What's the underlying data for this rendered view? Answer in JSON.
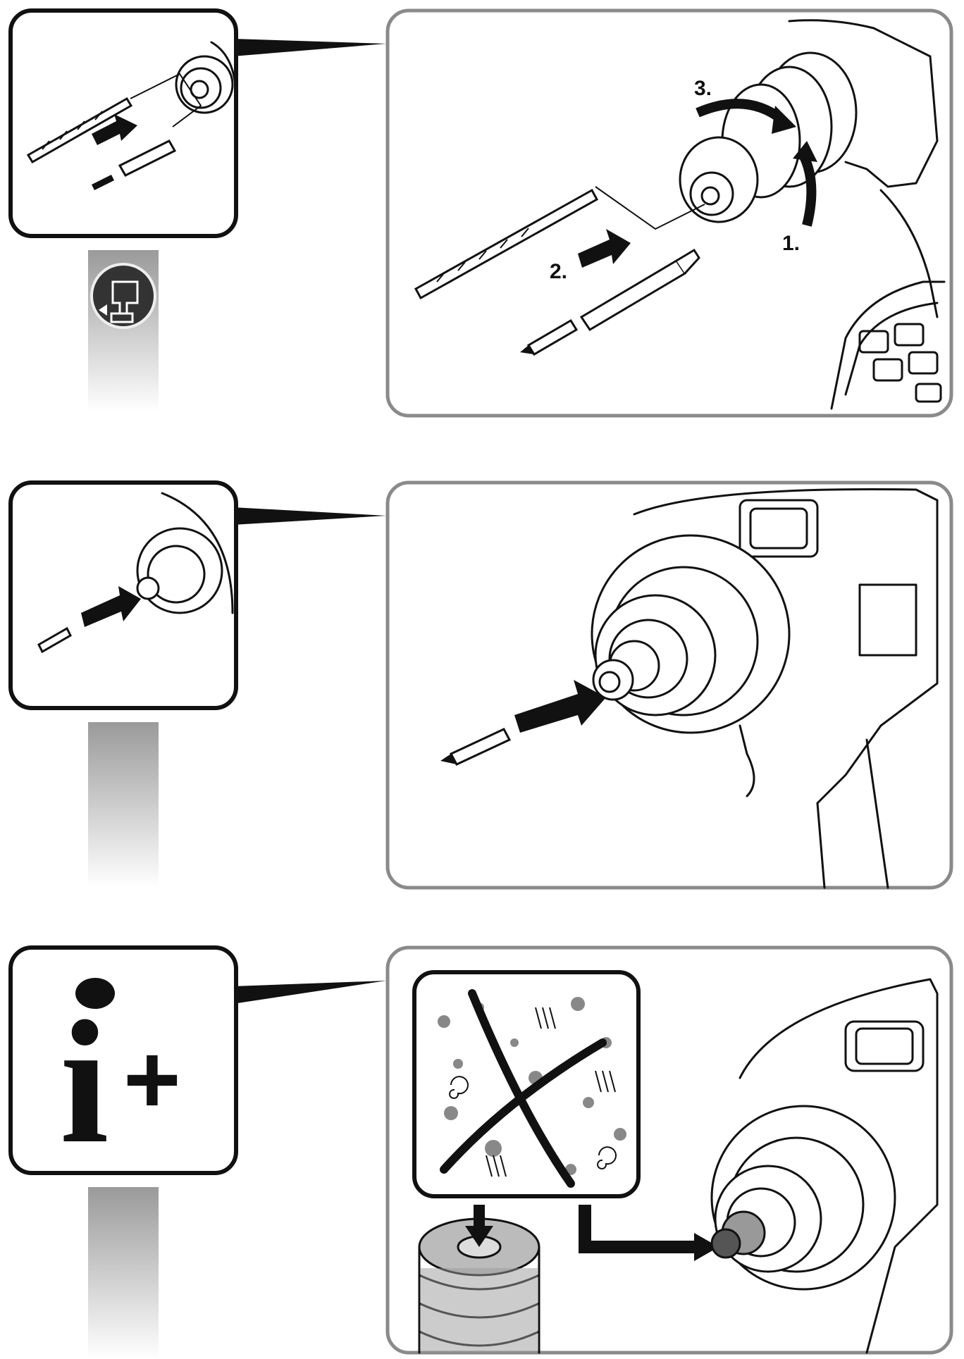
{
  "steps": [
    {
      "id": "1",
      "label": "1."
    },
    {
      "id": "2",
      "label": "2."
    },
    {
      "id": "3",
      "label": "3."
    }
  ],
  "info_icon": {
    "letter": "i",
    "symbol": "+"
  },
  "colors": {
    "frame": "#8a8a8a",
    "ink": "#111111",
    "bar_top": "#9a9a9a",
    "bar_bottom": "#ffffff",
    "arrow": "#111111"
  },
  "icons": [
    "drill-chuck-icon",
    "battery-remove-icon",
    "info-plus-icon",
    "debris-crossed-icon",
    "drill-bit-icon",
    "screwdriver-bit-icon",
    "bit-holder-icon"
  ]
}
